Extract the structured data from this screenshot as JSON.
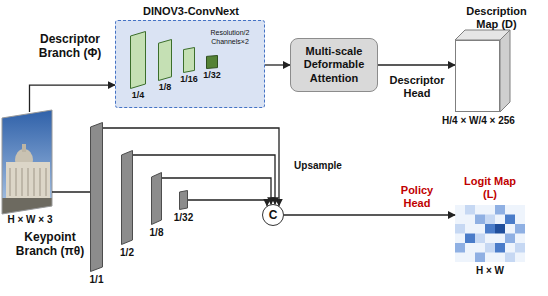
{
  "diagram": {
    "nodes": [
      {
        "text": [
          "H × W × 3"
        ]
      },
      {
        "text": [
          "DINOV3-ConvNext"
        ]
      },
      {
        "text": [
          "1/4"
        ],
        "in": 1
      },
      {
        "text": [
          "1/8"
        ],
        "in": 1
      },
      {
        "text": [
          "1/16"
        ],
        "in": 1
      },
      {
        "text": [
          "1/32"
        ],
        "in": 1
      },
      {
        "text": [
          "Multi-scale Deformable Attention"
        ]
      },
      {
        "text": [
          "Description Map (D)",
          "H/4 × W/4 × 256"
        ]
      },
      {
        "text": [
          "1/1"
        ]
      },
      {
        "text": [
          "1/2"
        ]
      },
      {
        "text": [
          "1/8"
        ]
      },
      {
        "text": [
          "1/32"
        ]
      },
      {
        "text": [
          "C"
        ]
      },
      {
        "text": [
          "Logit Map (L)",
          "H × W"
        ]
      }
    ],
    "edges": [
      {
        "from": 0,
        "to": 1,
        "label": "Descriptor Branch (Φ)",
        "arrow": "to"
      },
      {
        "from": 0,
        "to": 8,
        "label": "Keypoint Branch (πθ)",
        "arrow": "none"
      },
      {
        "from": 1,
        "to": 6,
        "arrow": "to"
      },
      {
        "from": 6,
        "to": 7,
        "label": "Descriptor Head",
        "arrow": "to"
      },
      {
        "from": 8,
        "to": 12,
        "arrow": "to"
      },
      {
        "from": 9,
        "to": 12,
        "arrow": "to"
      },
      {
        "from": 10,
        "to": 12,
        "arrow": "to"
      },
      {
        "from": 11,
        "to": 12,
        "label": "Upsample",
        "arrow": "to"
      },
      {
        "from": 12,
        "to": 13,
        "label": "Policy Head",
        "arrow": "to"
      }
    ],
    "labels": [
      "Resolution/2 Channels×2"
    ]
  }
}
